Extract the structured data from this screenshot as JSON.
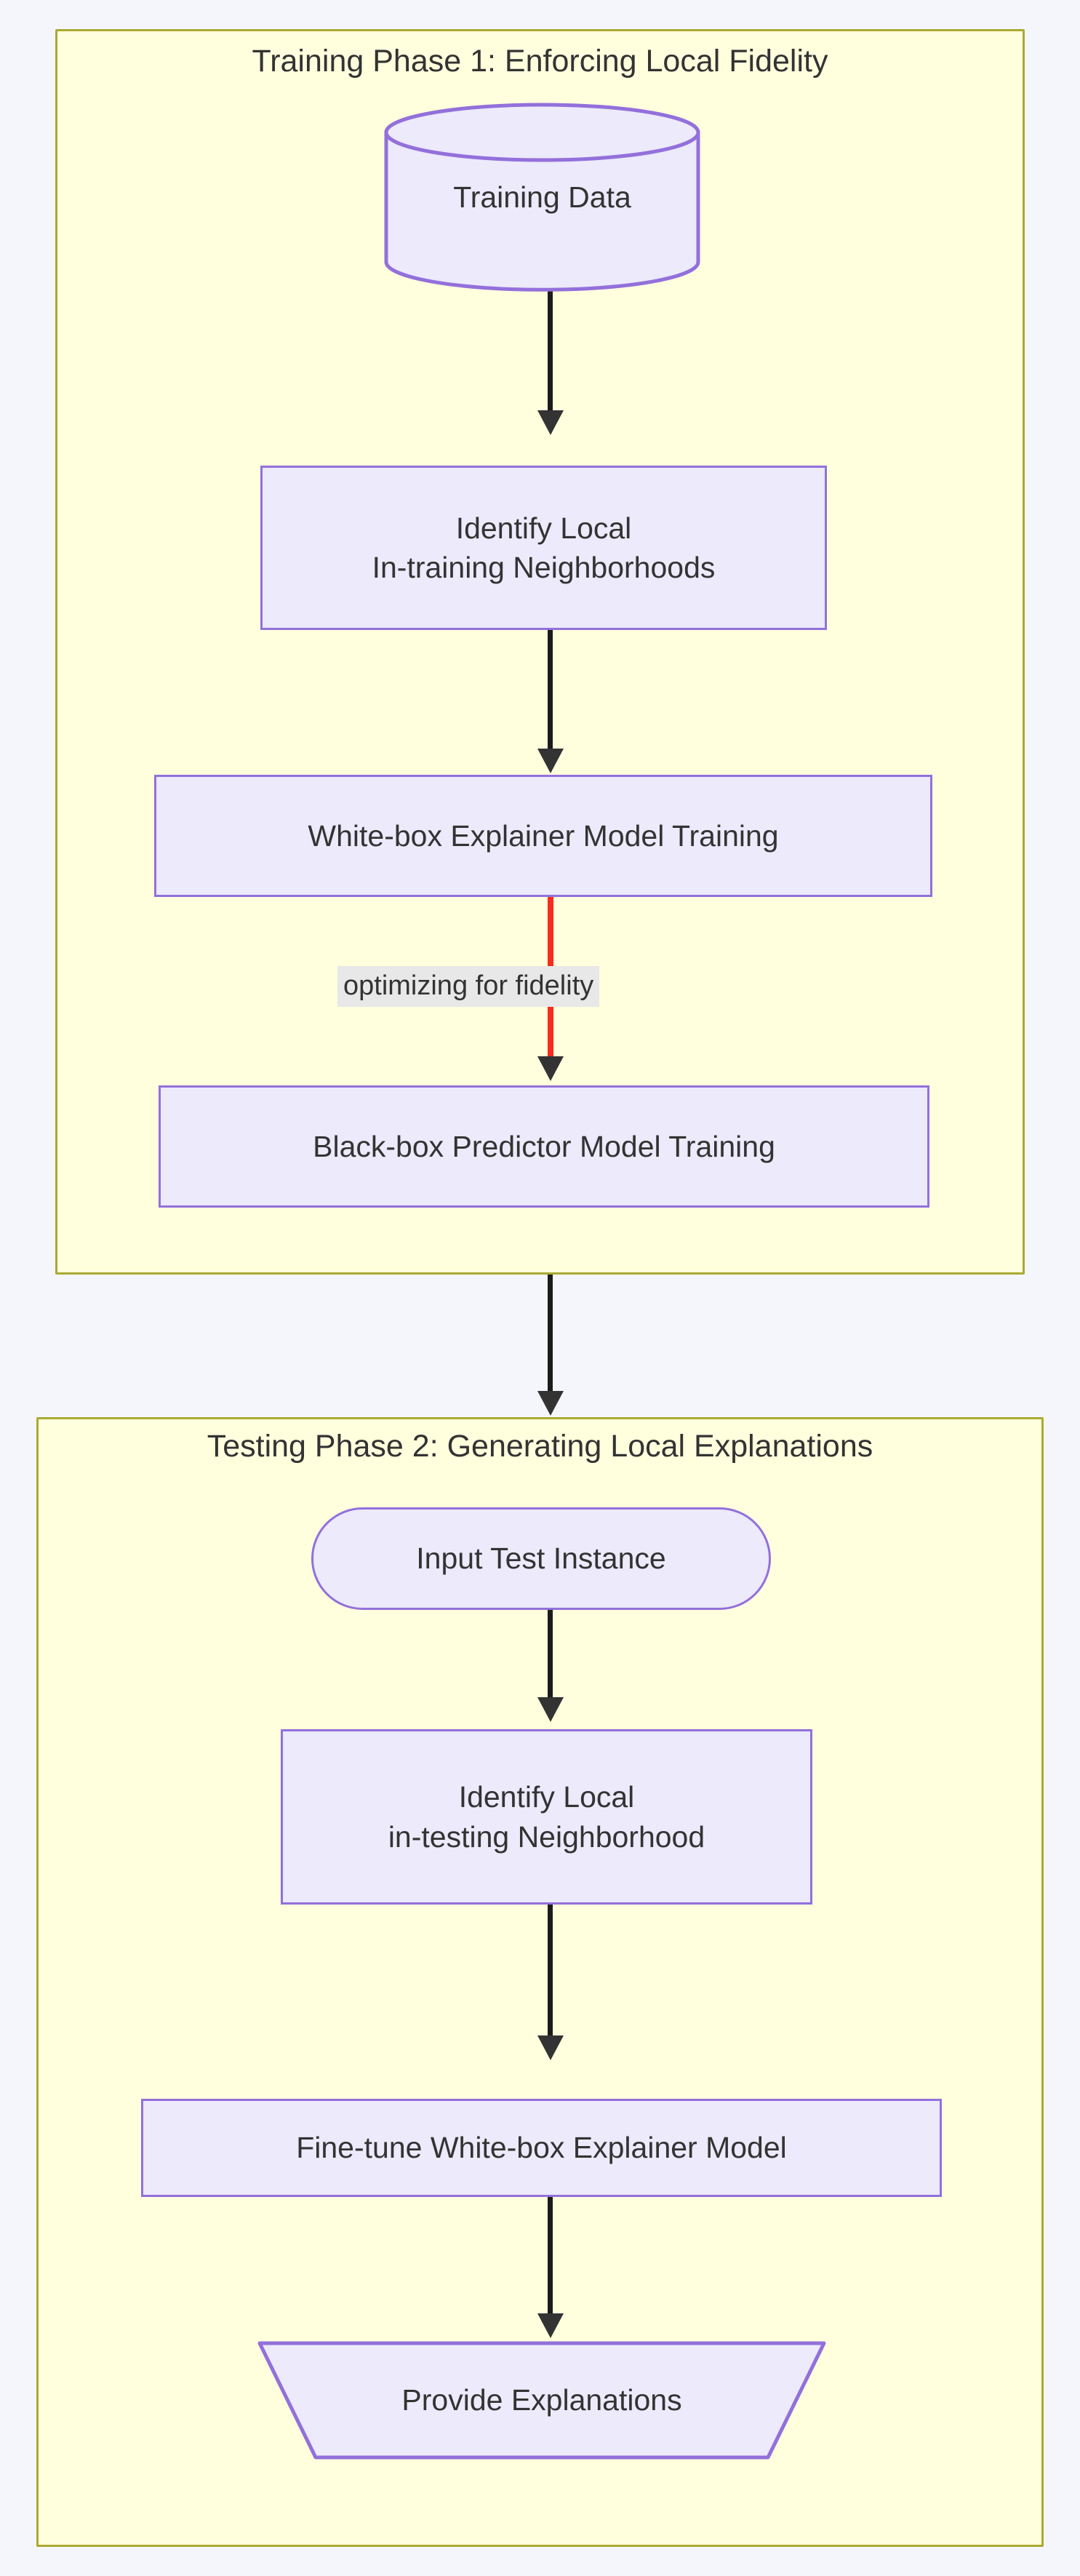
{
  "page": {
    "background_color": "#F4F6FC",
    "diagram_type": "flowchart",
    "direction": "top-down"
  },
  "theme": {
    "subgraph_fill": "#FFFFDE",
    "subgraph_border": "#AAAA33",
    "node_fill": "#ECEAFB",
    "node_border": "#9370DB",
    "text_color": "#333333",
    "edge_color": "#1b1b1b",
    "highlight_edge_color": "#FA2B1C",
    "edge_label_background": "#E8E8E8"
  },
  "subgraphs": [
    {
      "id": "phase1",
      "title": "Training Phase 1: Enforcing Local Fidelity"
    },
    {
      "id": "phase2",
      "title": "Testing Phase 2: Generating Local Explanations"
    }
  ],
  "nodes": {
    "training_data": {
      "label": "Training Data",
      "shape": "cylinder"
    },
    "identify_train": {
      "line1": "Identify Local",
      "line2": "In-training Neighborhoods",
      "shape": "rect"
    },
    "whitebox_train": {
      "label": "White-box Explainer Model Training",
      "shape": "rect"
    },
    "blackbox_train": {
      "label": "Black-box Predictor Model Training",
      "shape": "rect"
    },
    "input_test": {
      "label": "Input Test Instance",
      "shape": "stadium"
    },
    "identify_test": {
      "line1": "Identify Local",
      "line2": "in-testing Neighborhood",
      "shape": "rect"
    },
    "finetune_whitebox": {
      "label": "Fine-tune White-box Explainer Model",
      "shape": "rect"
    },
    "provide_expl": {
      "label": "Provide Explanations",
      "shape": "trapezoid"
    }
  },
  "edges": [
    {
      "id": "e1",
      "from": "training_data",
      "to": "identify_train",
      "label": "",
      "color": "#1b1b1b"
    },
    {
      "id": "e2",
      "from": "identify_train",
      "to": "whitebox_train",
      "label": "",
      "color": "#1b1b1b"
    },
    {
      "id": "e3",
      "from": "whitebox_train",
      "to": "blackbox_train",
      "label": "optimizing for fidelity",
      "color": "#FA2B1C"
    },
    {
      "id": "e4",
      "from": "phase1",
      "to": "phase2",
      "label": "",
      "color": "#1b1b1b"
    },
    {
      "id": "e5",
      "from": "input_test",
      "to": "identify_test",
      "label": "",
      "color": "#1b1b1b"
    },
    {
      "id": "e6",
      "from": "identify_test",
      "to": "finetune_whitebox",
      "label": "",
      "color": "#1b1b1b"
    },
    {
      "id": "e7",
      "from": "finetune_whitebox",
      "to": "provide_expl",
      "label": "",
      "color": "#1b1b1b"
    }
  ]
}
